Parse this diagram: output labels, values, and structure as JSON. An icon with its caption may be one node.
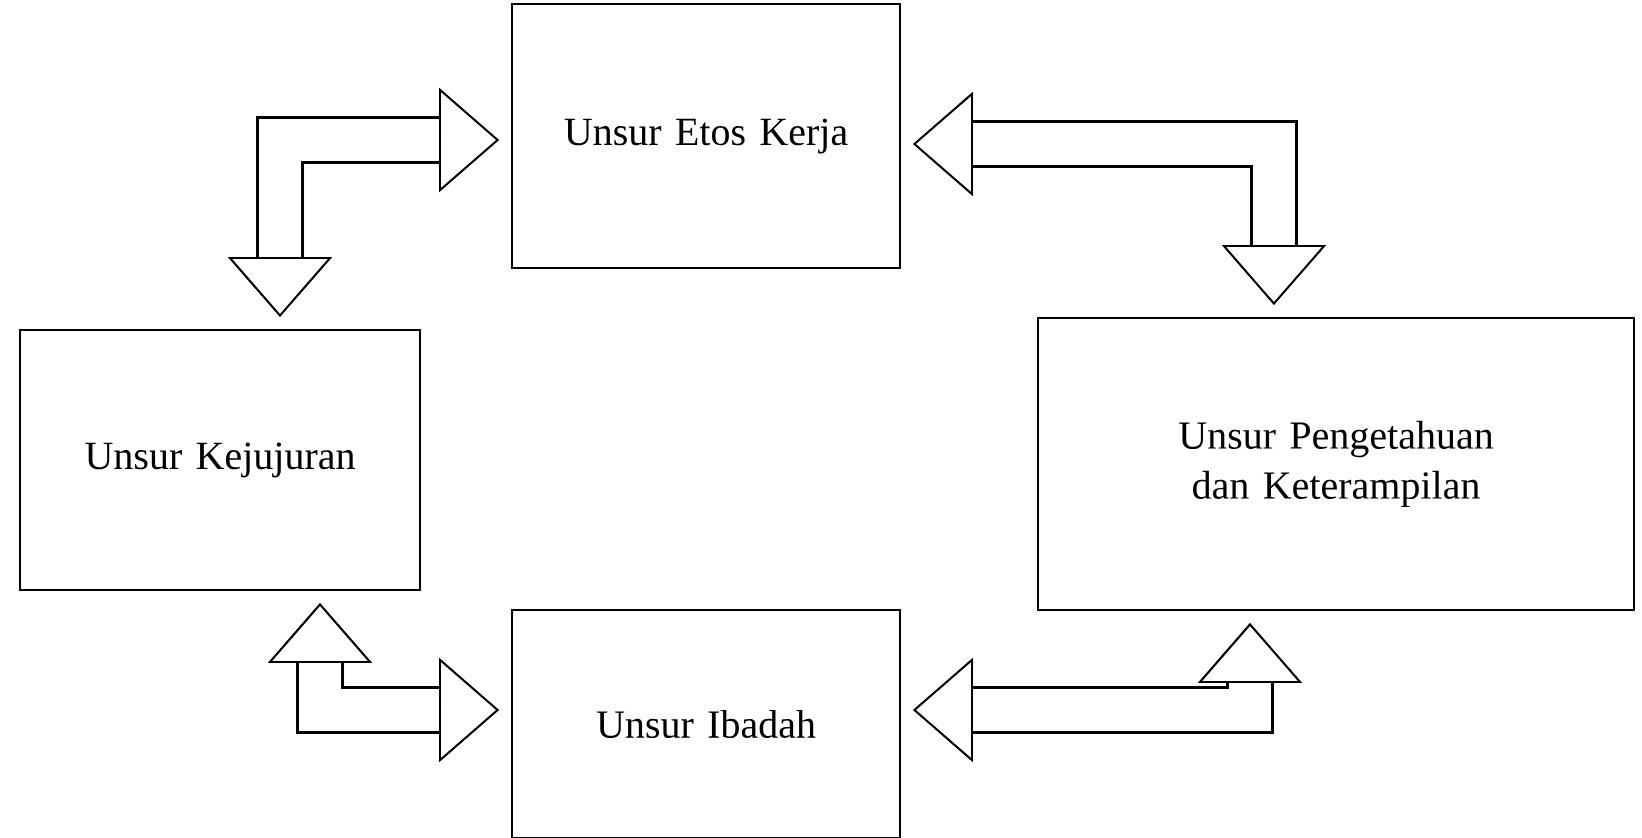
{
  "diagram": {
    "nodes": [
      {
        "text": [
          "Unsur Etos Kerja"
        ]
      },
      {
        "text": [
          "Unsur Kejujuran"
        ]
      },
      {
        "text": [
          "Unsur Pengetahuan dan Keterampilan"
        ]
      },
      {
        "text": [
          "Unsur Ibadah"
        ]
      }
    ],
    "edges": [
      {
        "from": 1,
        "to": 0,
        "arrow": "both"
      },
      {
        "from": 0,
        "to": 2,
        "arrow": "both"
      },
      {
        "from": 1,
        "to": 3,
        "arrow": "both"
      },
      {
        "from": 3,
        "to": 2,
        "arrow": "both"
      }
    ]
  }
}
